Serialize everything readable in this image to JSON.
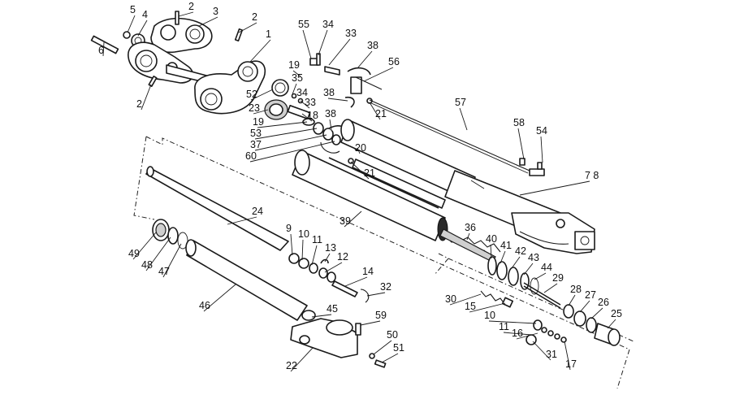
{
  "diagram": {
    "callouts": [
      {
        "id": "c5",
        "text": "5"
      },
      {
        "id": "c4",
        "text": "4"
      },
      {
        "id": "c2a",
        "text": "2"
      },
      {
        "id": "c3",
        "text": "3"
      },
      {
        "id": "c2b",
        "text": "2"
      },
      {
        "id": "c1",
        "text": "1"
      },
      {
        "id": "c6",
        "text": "6"
      },
      {
        "id": "c2c",
        "text": "2"
      },
      {
        "id": "c55",
        "text": "55"
      },
      {
        "id": "c34a",
        "text": "34"
      },
      {
        "id": "c33a",
        "text": "33"
      },
      {
        "id": "c38a",
        "text": "38"
      },
      {
        "id": "c19a",
        "text": "19"
      },
      {
        "id": "c35",
        "text": "35"
      },
      {
        "id": "c56",
        "text": "56"
      },
      {
        "id": "c52",
        "text": "52"
      },
      {
        "id": "c34b",
        "text": "34"
      },
      {
        "id": "c33b",
        "text": "33"
      },
      {
        "id": "c38b",
        "text": "38"
      },
      {
        "id": "c23",
        "text": "23"
      },
      {
        "id": "c18",
        "text": "18"
      },
      {
        "id": "c21a",
        "text": "21"
      },
      {
        "id": "c19b",
        "text": "19"
      },
      {
        "id": "c57",
        "text": "57"
      },
      {
        "id": "c38c",
        "text": "38"
      },
      {
        "id": "c53",
        "text": "53"
      },
      {
        "id": "c58",
        "text": "58"
      },
      {
        "id": "c54",
        "text": "54"
      },
      {
        "id": "c37",
        "text": "37"
      },
      {
        "id": "c60",
        "text": "60"
      },
      {
        "id": "c20",
        "text": "20"
      },
      {
        "id": "c21b",
        "text": "21"
      },
      {
        "id": "c78",
        "text": "7 8"
      },
      {
        "id": "c24",
        "text": "24"
      },
      {
        "id": "c39",
        "text": "39"
      },
      {
        "id": "c36",
        "text": "36"
      },
      {
        "id": "c9",
        "text": "9"
      },
      {
        "id": "c10a",
        "text": "10"
      },
      {
        "id": "c11a",
        "text": "11"
      },
      {
        "id": "c13",
        "text": "13"
      },
      {
        "id": "c12",
        "text": "12"
      },
      {
        "id": "c49",
        "text": "49"
      },
      {
        "id": "c48",
        "text": "48"
      },
      {
        "id": "c47",
        "text": "47"
      },
      {
        "id": "c40",
        "text": "40"
      },
      {
        "id": "c41",
        "text": "41"
      },
      {
        "id": "c42",
        "text": "42"
      },
      {
        "id": "c43",
        "text": "43"
      },
      {
        "id": "c44",
        "text": "44"
      },
      {
        "id": "c29",
        "text": "29"
      },
      {
        "id": "c14",
        "text": "14"
      },
      {
        "id": "c32",
        "text": "32"
      },
      {
        "id": "c46",
        "text": "46"
      },
      {
        "id": "c28",
        "text": "28"
      },
      {
        "id": "c27",
        "text": "27"
      },
      {
        "id": "c26",
        "text": "26"
      },
      {
        "id": "c25",
        "text": "25"
      },
      {
        "id": "c30",
        "text": "30"
      },
      {
        "id": "c15",
        "text": "15"
      },
      {
        "id": "c45",
        "text": "45"
      },
      {
        "id": "c10b",
        "text": "10"
      },
      {
        "id": "c59",
        "text": "59"
      },
      {
        "id": "c11b",
        "text": "11"
      },
      {
        "id": "c16",
        "text": "16"
      },
      {
        "id": "c50",
        "text": "50"
      },
      {
        "id": "c51",
        "text": "51"
      },
      {
        "id": "c31",
        "text": "31"
      },
      {
        "id": "c22",
        "text": "22"
      },
      {
        "id": "c17",
        "text": "17"
      }
    ]
  }
}
